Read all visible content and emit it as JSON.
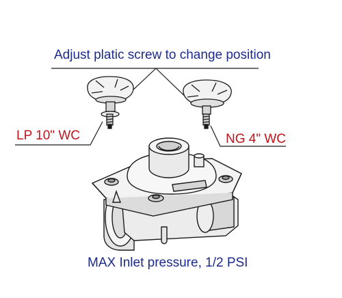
{
  "annotations": {
    "title": "Adjust platic screw to change position",
    "lp_setting": "LP 10\" WC",
    "ng_setting": "NG 4\" WC",
    "max_inlet": "MAX Inlet pressure, 1/2 PSI"
  },
  "colors": {
    "blue_text": "#1c2a8c",
    "red_text": "#c0141c",
    "line": "#1a1a1a",
    "fill_light": "#f2f2f2",
    "fill_mid": "#d6d6d6"
  }
}
